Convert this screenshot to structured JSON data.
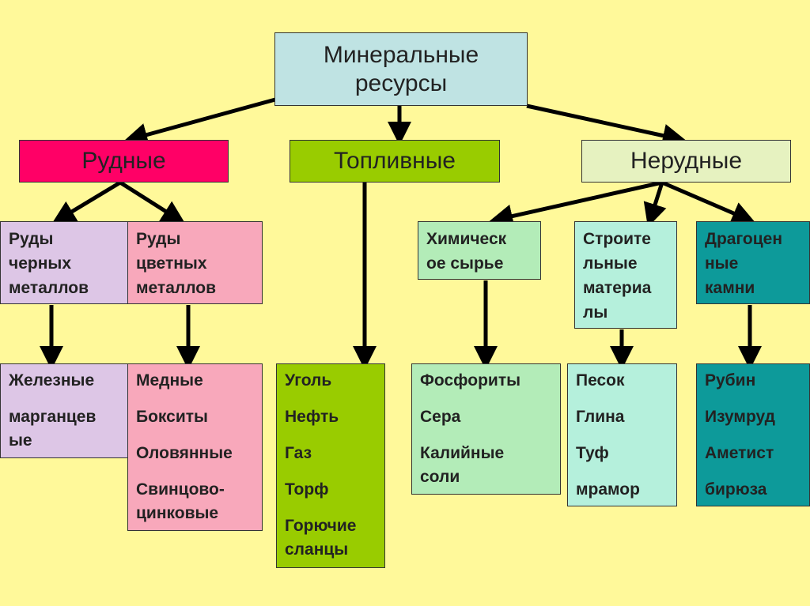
{
  "root": {
    "line1": "Минеральные",
    "line2": "ресурсы"
  },
  "categories": {
    "ore": {
      "label": "Рудные",
      "color": "#ff0066"
    },
    "fuel": {
      "label": "Топливные",
      "color": "#99cc00"
    },
    "nonmetal": {
      "label": "Нерудные",
      "color": "#e6f2c0"
    }
  },
  "subcategories": {
    "ferrous": {
      "lines": [
        "Руды",
        "черных",
        "металлов"
      ],
      "color": "#ddc6e6"
    },
    "nonferrous": {
      "lines": [
        "Руды",
        "цветных",
        "металлов"
      ],
      "color": "#f8a8bb"
    },
    "chemical": {
      "lines": [
        "Химическ",
        "ое сырье"
      ],
      "color": "#b3ecb8"
    },
    "construction": {
      "lines": [
        "Строите",
        "льные",
        "материа",
        "лы"
      ],
      "color": "#b5f0dc"
    },
    "gems": {
      "lines": [
        "Драгоцен",
        "ные",
        "камни"
      ],
      "color": "#0d9a9a"
    }
  },
  "leaves": {
    "ferrous": {
      "items": [
        "Железные",
        "марганцев",
        "ые"
      ]
    },
    "nonferrous": {
      "items": [
        "Медные",
        "Бокситы",
        "Оловянные",
        "Свинцово-",
        "цинковые"
      ]
    },
    "fuel": {
      "items": [
        "Уголь",
        "Нефть",
        "Газ",
        "Торф",
        "Горючие",
        "сланцы"
      ]
    },
    "chemical": {
      "items": [
        "Фосфориты",
        "Сера",
        "Калийные",
        "соли"
      ]
    },
    "construction": {
      "items": [
        "Песок",
        "Глина",
        "Туф",
        "мрамор"
      ]
    },
    "gems": {
      "items": [
        "Рубин",
        "Изумруд",
        "Аметист",
        "бирюза"
      ]
    }
  },
  "colors": {
    "background": "#fff99a",
    "root_box": "#bfe3e3",
    "arrow": "#000000"
  }
}
